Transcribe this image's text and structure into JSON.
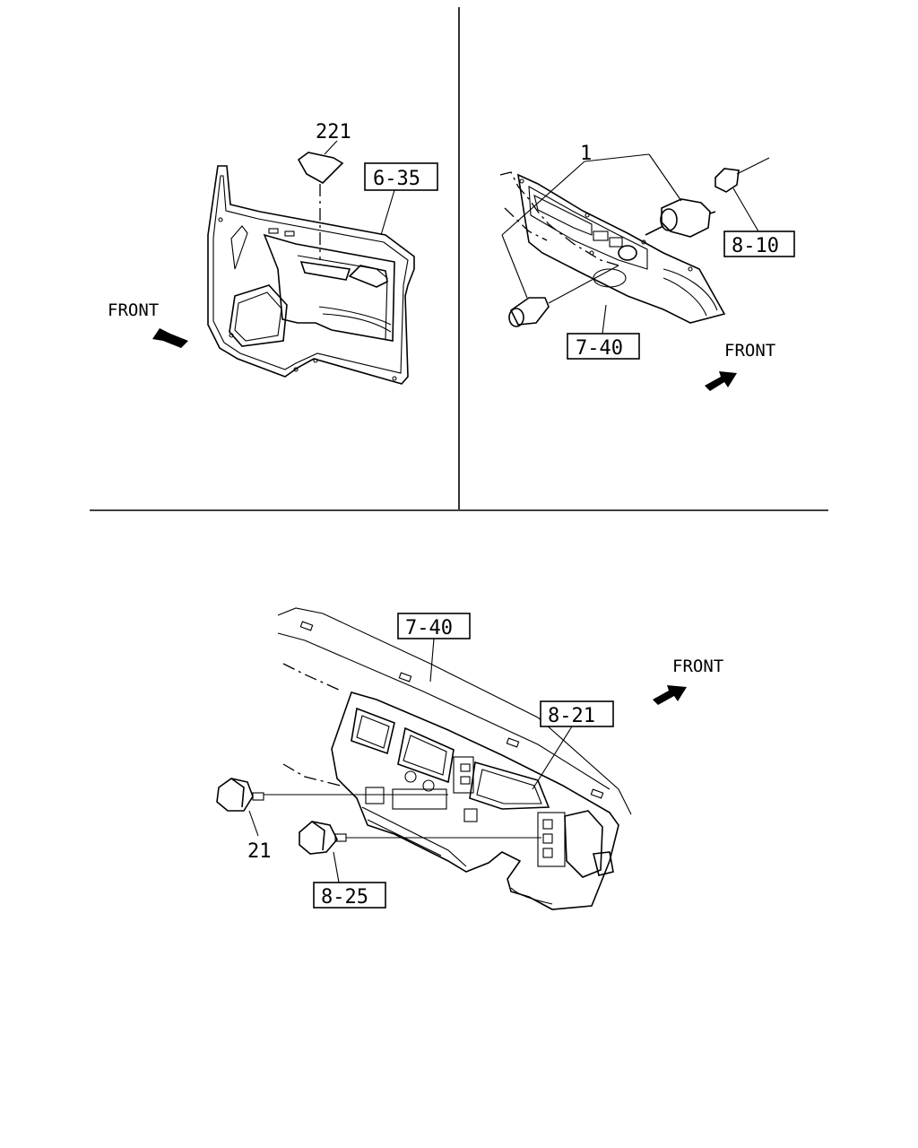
{
  "panels": {
    "door_trim": {
      "part_221": "221",
      "ref_6_35": "6-35",
      "front": "FRONT"
    },
    "lighter": {
      "part_1": "1",
      "ref_8_10": "8-10",
      "ref_7_40": "7-40",
      "front": "FRONT"
    },
    "dashboard": {
      "ref_7_40": "7-40",
      "ref_8_21": "8-21",
      "part_21": "21",
      "ref_8_25": "8-25",
      "front": "FRONT"
    }
  }
}
